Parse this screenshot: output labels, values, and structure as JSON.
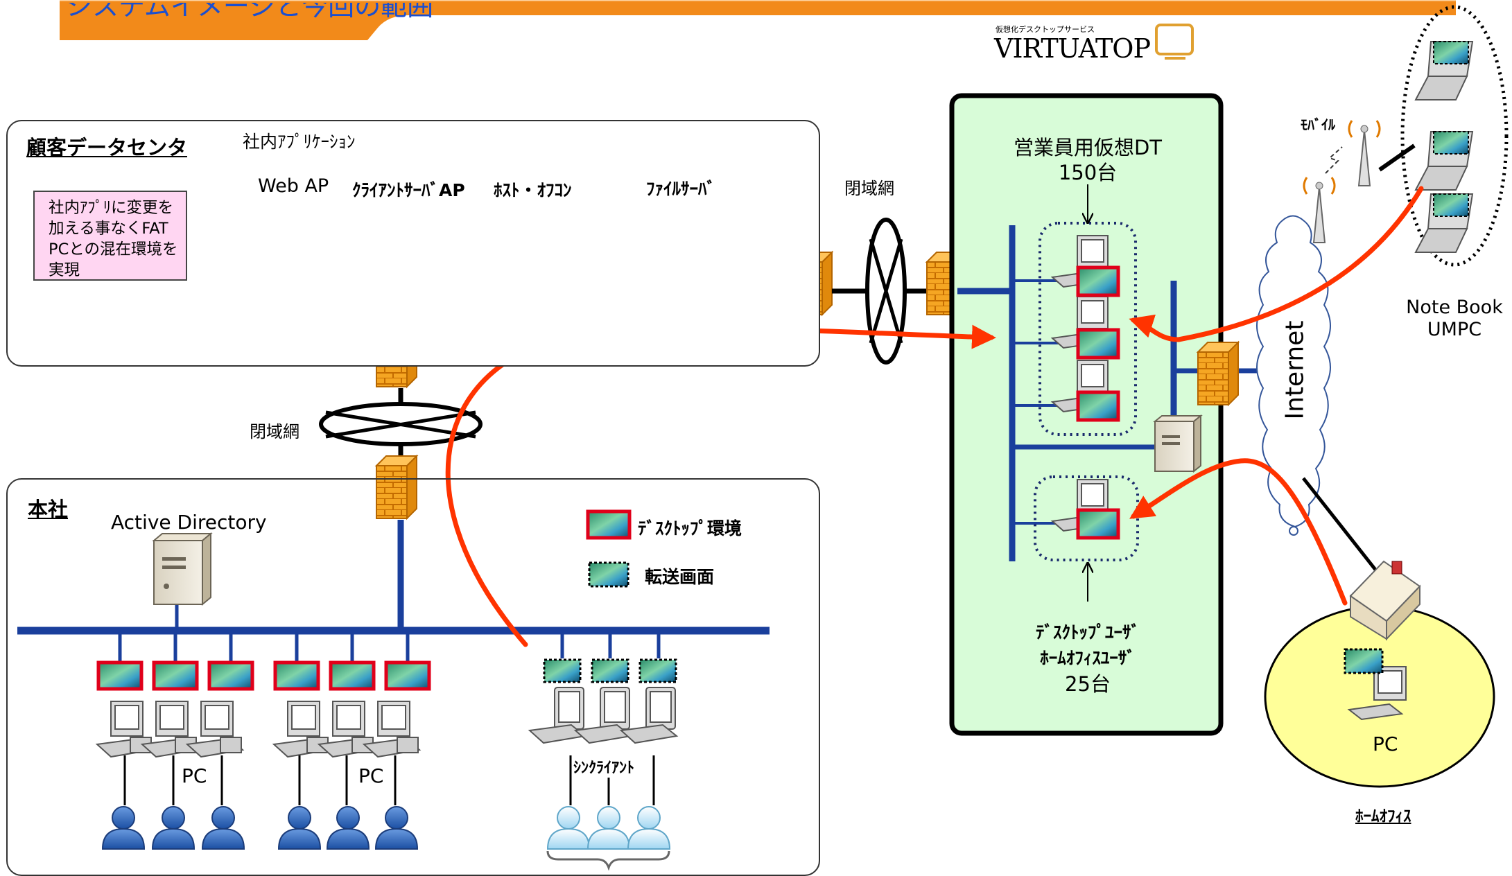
{
  "header": {
    "title_fragment": "システムイメージと今回の範囲",
    "logo_tagline": "仮想化デスクトップサービス",
    "logo_name": "VIRTUATOP"
  },
  "customer_dc": {
    "title": "顧客データセンタ",
    "app_group_label": "社内ｱﾌﾟﾘｹｰｼｮﾝ",
    "servers": [
      "Web AP",
      "ｸﾗｲｱﾝﾄｻｰﾊﾞAP",
      "ﾎｽﾄ・ｵﾌｺﾝ"
    ],
    "file_server": "ﾌｧｲﾙｻｰﾊﾞ",
    "note": "社内ｱﾌﾟﾘに変更を加える事なくFAT PCとの混在環境を実現"
  },
  "closed_network_label": "閉域網",
  "closed_network_label_2": "閉域網",
  "hq": {
    "title": "本社",
    "ad_label": "Active Directory",
    "pc_label_1": "PC",
    "pc_label_2": "PC",
    "thin_client_label": "ｼﾝｸﾗｲｱﾝﾄ"
  },
  "legend": {
    "desktop_env": "ﾃﾞｽｸﾄｯﾌﾟ環境",
    "transfer_screen": "転送画面"
  },
  "green_zone": {
    "sales_title": "営業員用仮想DT",
    "sales_count": "150台",
    "user_title_1": "ﾃﾞｽｸﾄｯﾌﾟﾕｰｻﾞ",
    "user_title_2": "ﾎｰﾑｵﾌｨｽﾕｰｻﾞ",
    "user_count": "25台"
  },
  "internet_label": "Internet",
  "mobile_label": "ﾓﾊﾞｲﾙ",
  "notebook_label_1": "Note Book",
  "notebook_label_2": "UMPC",
  "home_pc_label": "PC",
  "home_office_label": "ﾎｰﾑｵﾌｨｽ",
  "colors": {
    "network_line": "#1a3f9c",
    "flow_arrow": "#ff3300",
    "green_zone": "#d8fcd8",
    "home_circle": "#ffff99",
    "header_bar": "#f28a1a",
    "note_bg": "#ffd6f2"
  }
}
